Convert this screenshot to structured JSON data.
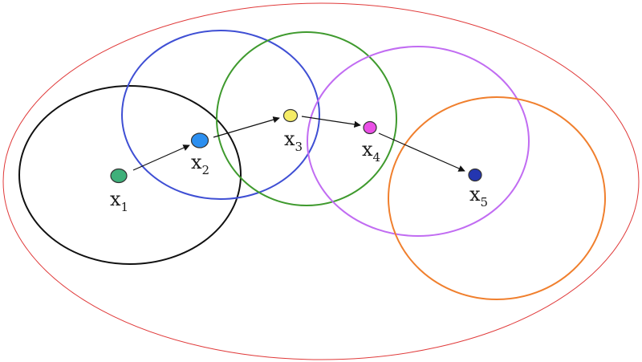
{
  "colors": {
    "boundary": "#e03a3a",
    "circle_1": "#111111",
    "circle_2": "#3f4fd4",
    "circle_3": "#3f9a2e",
    "circle_4": "#c16cf2",
    "circle_5": "#f07f2d",
    "node_1": "#3fb07a",
    "node_2": "#2c8ff0",
    "node_3": "#f5ec66",
    "node_4": "#ea4fe6",
    "node_5": "#2436b0",
    "arrow": "#111111"
  },
  "nodes": [
    {
      "id": "x1",
      "letter": "x",
      "subscript": "1"
    },
    {
      "id": "x2",
      "letter": "x",
      "subscript": "2"
    },
    {
      "id": "x3",
      "letter": "x",
      "subscript": "3"
    },
    {
      "id": "x4",
      "letter": "x",
      "subscript": "4"
    },
    {
      "id": "x5",
      "letter": "x",
      "subscript": "5"
    }
  ],
  "edges": [
    {
      "from": "x1",
      "to": "x2"
    },
    {
      "from": "x2",
      "to": "x3"
    },
    {
      "from": "x3",
      "to": "x4"
    },
    {
      "from": "x4",
      "to": "x5"
    }
  ]
}
